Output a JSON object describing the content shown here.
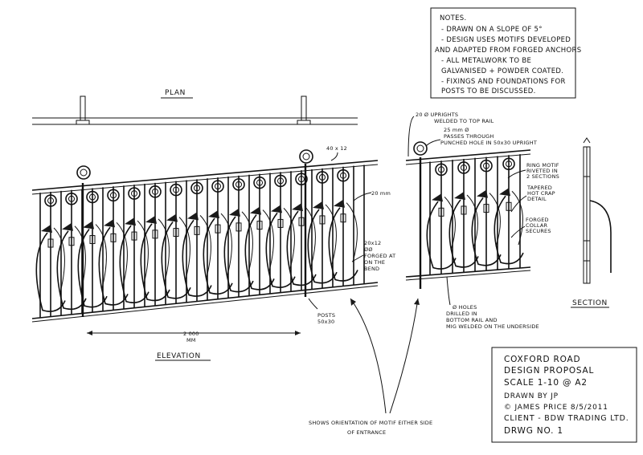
{
  "notes": {
    "heading": "NOTES.",
    "lines": [
      "- DRAWN ON A SLOPE OF 5°",
      "- DESIGN USES MOTIFS DEVELOPED",
      "AND ADAPTED FROM FORGED ANCHORS",
      "- ALL METALWORK TO BE",
      "GALVANISED + POWDER COATED.",
      "- FIXINGS AND FOUNDATIONS FOR",
      "POSTS TO BE DISCUSSED."
    ]
  },
  "views": {
    "plan": "PLAN",
    "elevation": "ELEVATION",
    "section": "SECTION"
  },
  "dimensions": {
    "bay_width": "2 000",
    "bay_unit": "MM",
    "top_rail": "40 x 12",
    "upright": "20 mm",
    "flat_bar_1": "20x12",
    "flat_bar_2": "ØØ",
    "flat_bar_3": "FORGED AT",
    "flat_bar_4": "ON THE",
    "flat_bar_5": "BEND",
    "posts_1": "POSTS",
    "posts_2": "50x30"
  },
  "callouts": {
    "uprights_1": "20 Ø UPRIGHTS",
    "uprights_2": "WELDED TO TOP RAIL",
    "passes_1": "25 mm Ø",
    "passes_2": "PASSES THROUGH",
    "passes_3": "PUNCHED HOLE IN 50x30 UPRIGHT",
    "ring_1": "RING MOTIF",
    "ring_2": "RIVETED IN",
    "ring_3": "2 SECTIONS",
    "taper_1": "TAPERED",
    "taper_2": "HOT CRAP",
    "taper_3": "DETAIL",
    "collar_1": "FORGED",
    "collar_2": "COLLAR",
    "collar_3": "SECURES",
    "holes_1": "Ø HOLES",
    "holes_2": "DRILLED IN",
    "holes_3": "BOTTOM RAIL AND",
    "holes_4": "MIG WELDED ON THE UNDERSIDE",
    "orientation_1": "SHOWS ORIENTATION OF MOTIF EITHER SIDE",
    "orientation_2": "OF ENTRANCE"
  },
  "title_block": {
    "line1": "COXFORD ROAD",
    "line2": "DESIGN PROPOSAL",
    "line3": "SCALE 1-10 @ A2",
    "line4": "DRAWN BY JP",
    "line5": "© JAMES PRICE 8/5/2011",
    "line6": "CLIENT - BDW TRADING LTD.",
    "line7": "DRWG NO. 1"
  }
}
